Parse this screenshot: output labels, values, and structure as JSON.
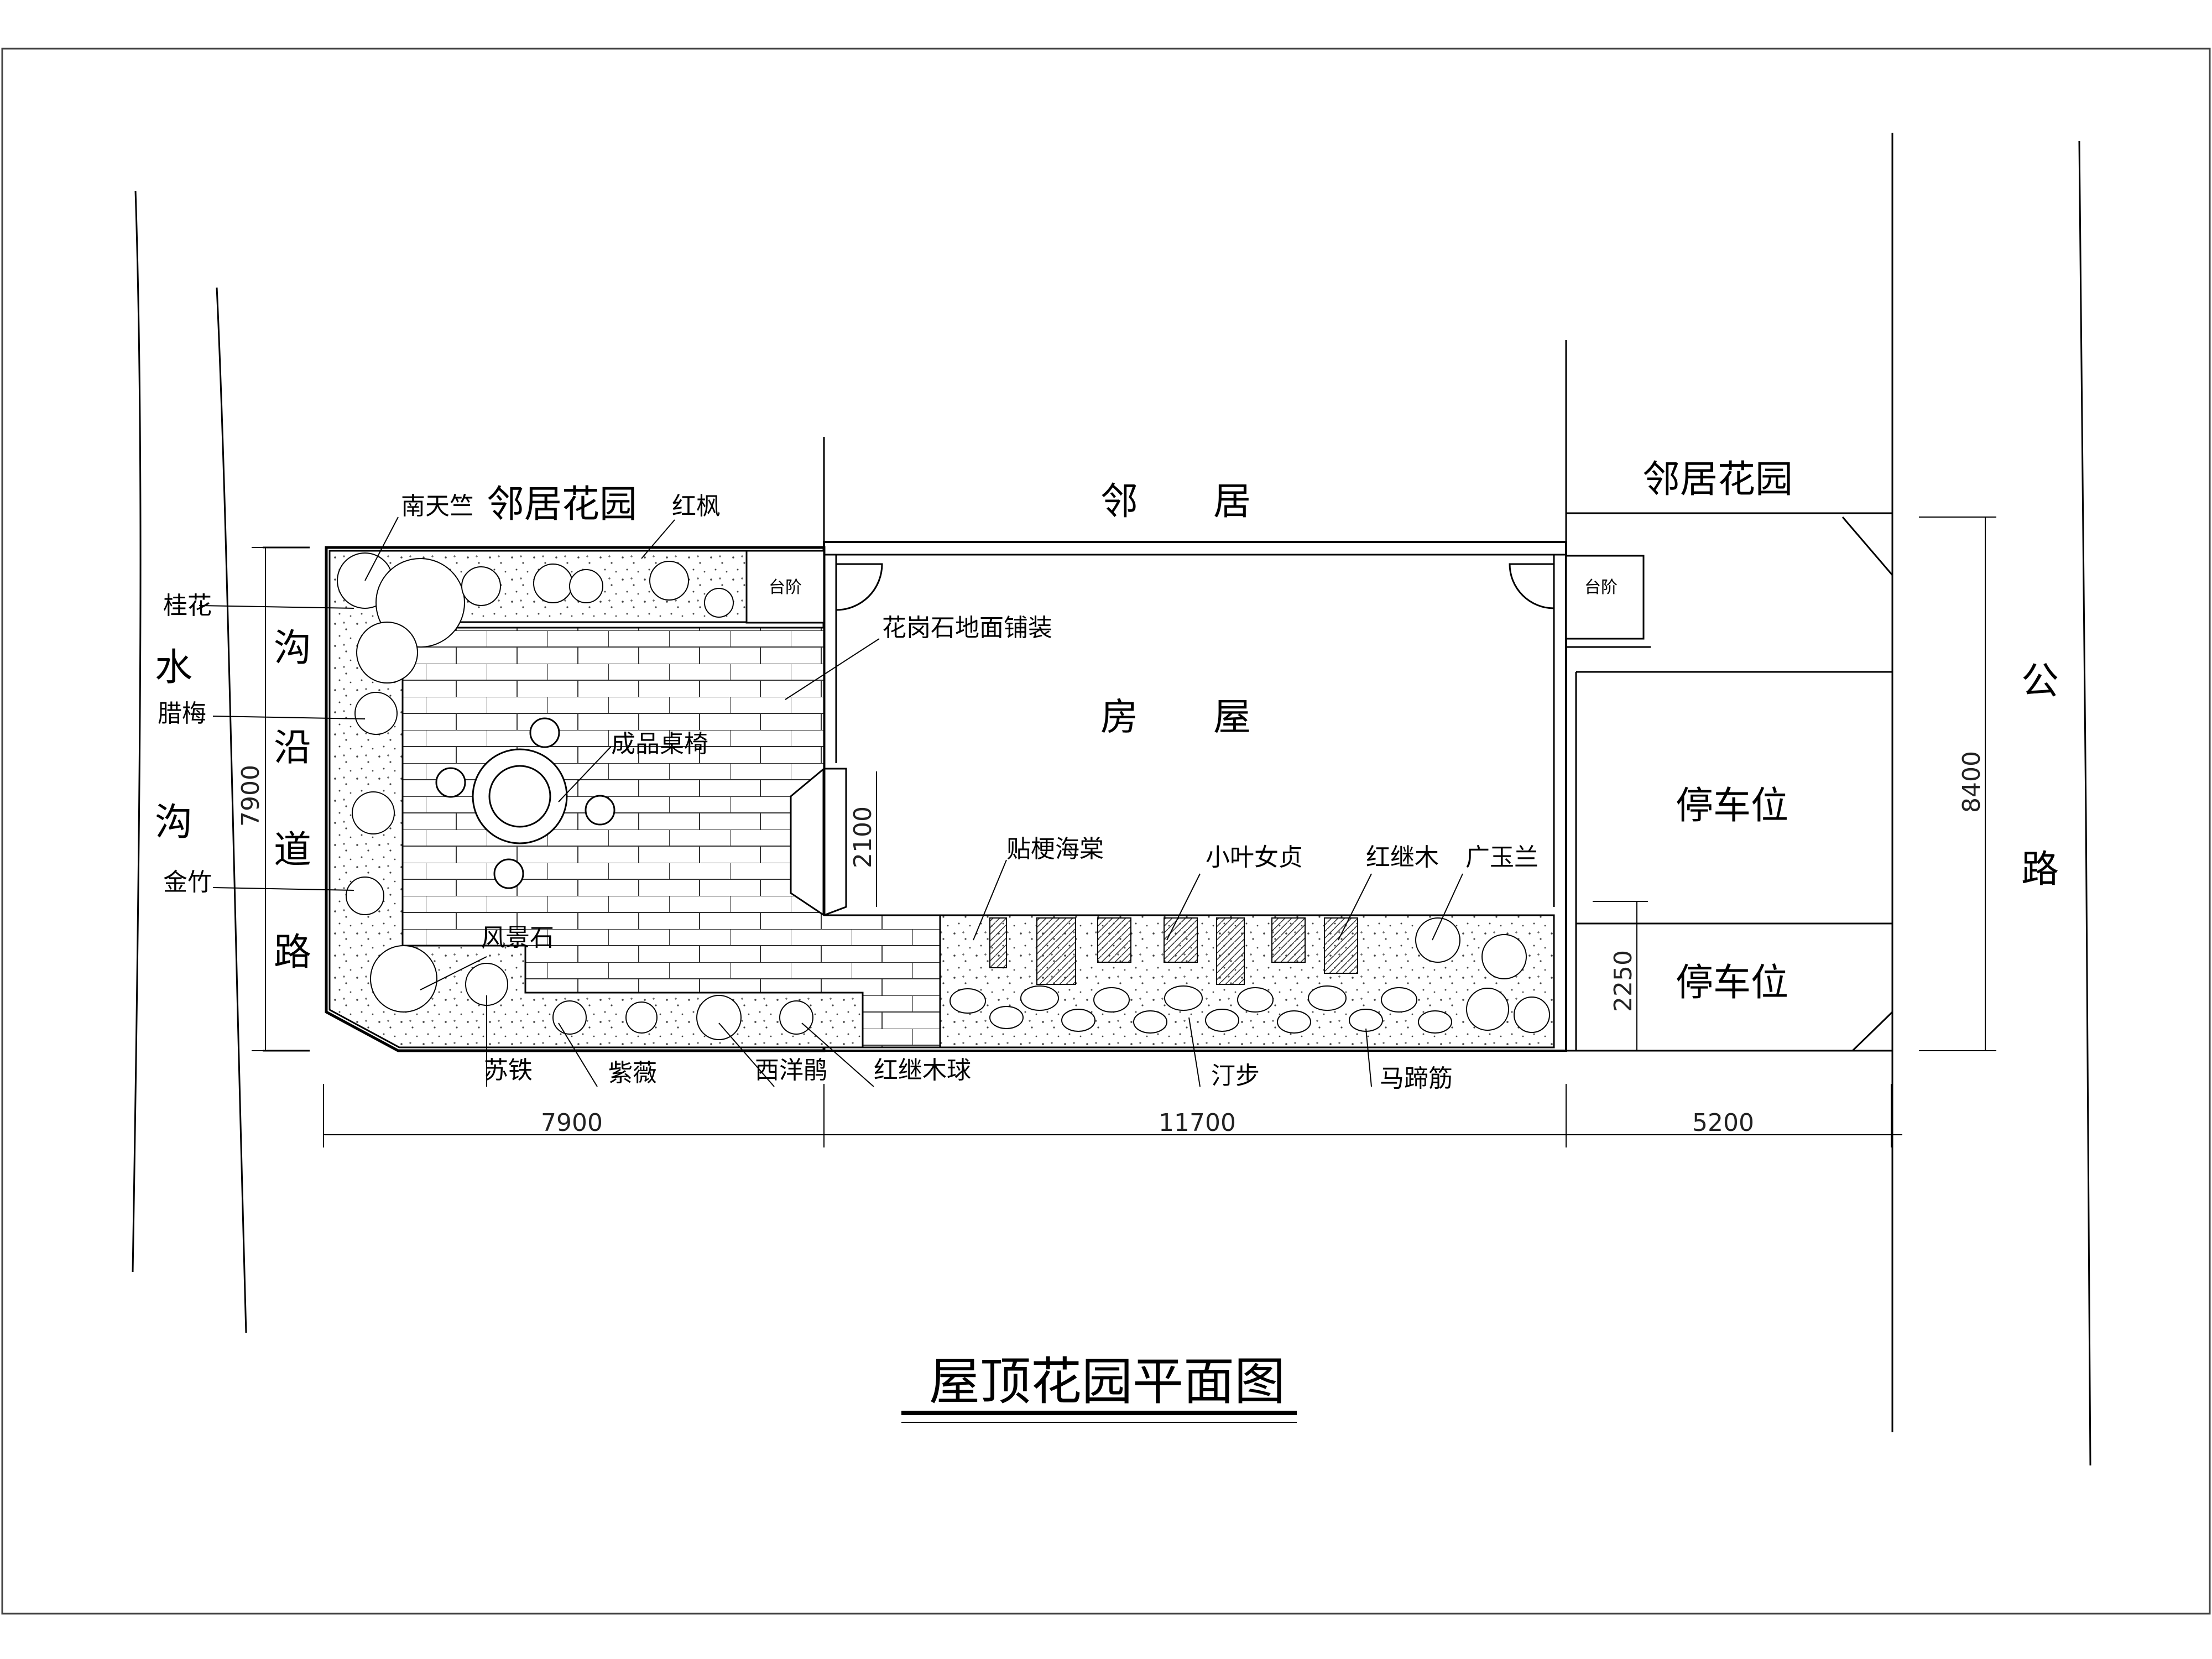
{
  "title": "屋顶花园平面图",
  "areas": {
    "neighbor_garden_left": "邻居花园",
    "neighbor_garden_right": "邻居花园",
    "neighbor": "邻　　居",
    "house": "房　　屋",
    "parking_1": "停车位",
    "parking_2": "停车位",
    "steps_left": "台阶",
    "steps_right": "台阶"
  },
  "roads": {
    "ditch_road": [
      "沟",
      "沿",
      "道",
      "路"
    ],
    "water_ditch": [
      "水",
      "沟"
    ],
    "public_road": [
      "公",
      "路"
    ]
  },
  "plant_labels": {
    "nantianzhu": "南天竺",
    "guihua": "桂花",
    "lamei": "腊梅",
    "jinzhu": "金竹",
    "hongfeng": "红枫",
    "huagang": "花岗石地面铺装",
    "chengpin": "成品桌椅",
    "tiegeng": "贴梗海棠",
    "xiaoye": "小叶女贞",
    "hongjimu": "红继木",
    "guangyulan": "广玉兰",
    "fengjingshi": "风景石",
    "sutie": "苏铁",
    "ziwei": "紫薇",
    "xiyangjuan": "西洋鹃",
    "hongjimuqiu": "红继木球",
    "tingbu": "汀步",
    "matijin": "马蹄筋"
  },
  "dimensions": {
    "bottom_left": "7900",
    "bottom_mid": "11700",
    "bottom_right": "5200",
    "left_height": "7900",
    "inner_2100": "2100",
    "right_8400": "8400",
    "right_2250": "2250"
  }
}
